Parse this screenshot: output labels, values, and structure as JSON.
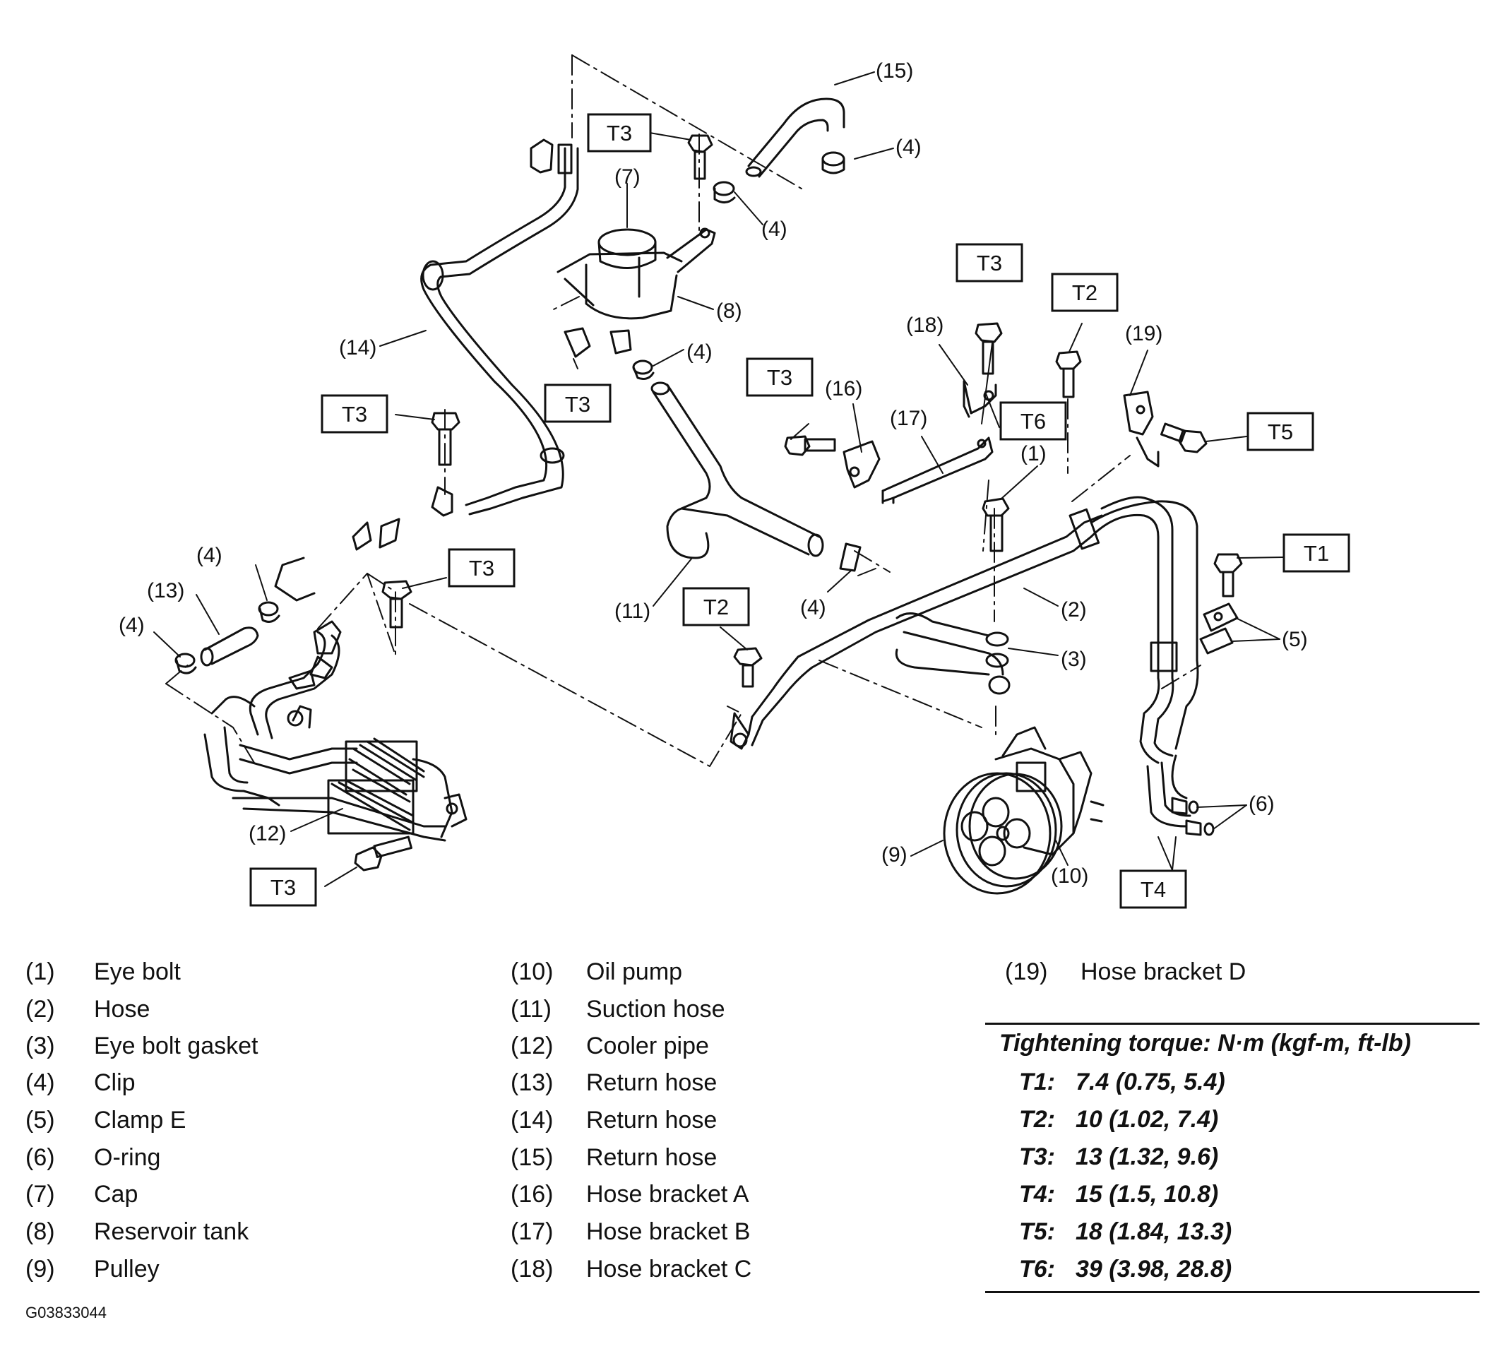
{
  "callouts": [
    "(1)",
    "(2)",
    "(3)",
    "(4)",
    "(5)",
    "(6)",
    "(7)",
    "(8)",
    "(9)",
    "(10)",
    "(11)",
    "(12)",
    "(13)",
    "(14)",
    "(15)",
    "(16)",
    "(17)",
    "(18)",
    "(19)"
  ],
  "torque_boxes": [
    "T1",
    "T2",
    "T3",
    "T4",
    "T5",
    "T6"
  ],
  "legend": {
    "col1": [
      {
        "num": "(1)",
        "label": "Eye bolt"
      },
      {
        "num": "(2)",
        "label": "Hose"
      },
      {
        "num": "(3)",
        "label": "Eye bolt gasket"
      },
      {
        "num": "(4)",
        "label": "Clip"
      },
      {
        "num": "(5)",
        "label": "Clamp E"
      },
      {
        "num": "(6)",
        "label": "O-ring"
      },
      {
        "num": "(7)",
        "label": "Cap"
      },
      {
        "num": "(8)",
        "label": "Reservoir tank"
      },
      {
        "num": "(9)",
        "label": "Pulley"
      }
    ],
    "col2": [
      {
        "num": "(10)",
        "label": "Oil pump"
      },
      {
        "num": "(11)",
        "label": "Suction hose"
      },
      {
        "num": "(12)",
        "label": "Cooler pipe"
      },
      {
        "num": "(13)",
        "label": "Return hose"
      },
      {
        "num": "(14)",
        "label": "Return hose"
      },
      {
        "num": "(15)",
        "label": "Return hose"
      },
      {
        "num": "(16)",
        "label": "Hose bracket A"
      },
      {
        "num": "(17)",
        "label": "Hose bracket B"
      },
      {
        "num": "(18)",
        "label": "Hose bracket C"
      }
    ],
    "col3": [
      {
        "num": "(19)",
        "label": "Hose bracket D"
      }
    ]
  },
  "torque_table": {
    "title": "Tightening torque: N·m (kgf-m, ft-lb)",
    "rows": [
      {
        "key": "T1:",
        "value": "7.4 (0.75, 5.4)"
      },
      {
        "key": "T2:",
        "value": "10 (1.02, 7.4)"
      },
      {
        "key": "T3:",
        "value": "13 (1.32, 9.6)"
      },
      {
        "key": "T4:",
        "value": "15 (1.5, 10.8)"
      },
      {
        "key": "T5:",
        "value": "18 (1.84, 13.3)"
      },
      {
        "key": "T6:",
        "value": "39 (3.98, 28.8)"
      }
    ]
  },
  "figure_id": "G03833044"
}
